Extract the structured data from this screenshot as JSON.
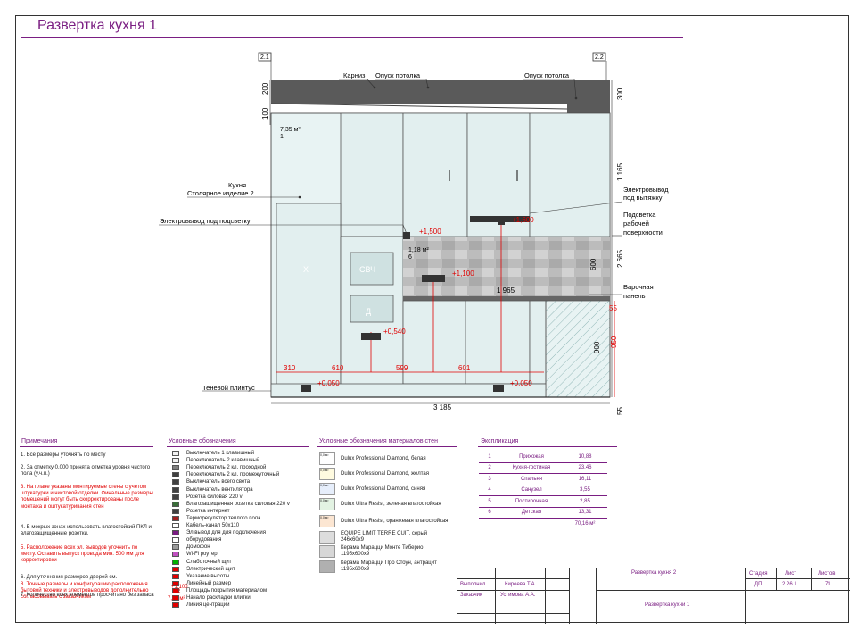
{
  "page": {
    "title": "Развертка кухня 1"
  },
  "drawing": {
    "sections": [
      "2.1",
      "2.2"
    ],
    "callouts": {
      "karniz": "Карниз",
      "ceiling_drop_left": "Опуск потолка",
      "ceiling_drop_right": "Опуск потолка",
      "kitchen": "Кухня",
      "joinery": "Столярное изделие 2",
      "light_outlet": "Электровывод под подсветку",
      "hood_outlet_l1": "Электровывод",
      "hood_outlet_l2": "под вытяжку",
      "work_light_l1": "Подсветка",
      "work_light_l2": "рабочей",
      "work_light_l3": "поверхности",
      "hob_l1": "Варочная",
      "hob_l2": "панель",
      "shadow_plinth": "Теневой плинтус"
    },
    "area_main": "7,35 м²",
    "area_main_idx": "1",
    "area_apron": "1,18 м²",
    "area_apron_idx": "6",
    "appliances": {
      "microwave": "СВЧ",
      "oven": "Д",
      "fridge": "Х"
    },
    "elevations": [
      "+1,600",
      "+1,500",
      "+1,100",
      "+0,540",
      "+0,050",
      "+0,050"
    ],
    "dims": {
      "top_200": "200",
      "top_100": "100",
      "right_300": "300",
      "right_1165": "1 165",
      "right_2665": "2 665",
      "right_600": "600",
      "right_55_top": "55",
      "right_900": "900",
      "right_950": "950",
      "right_55_bottom": "55",
      "b310": "310",
      "b610": "610",
      "b599": "599",
      "b601": "601",
      "total": "3 185",
      "counter": "1 965"
    }
  },
  "notes": {
    "title": "Примечания",
    "items": [
      {
        "text": "1. Все размеры уточнять по месту",
        "red": false
      },
      {
        "text": "2. За отметку 0.000 принята отметка уровня чистого пола  (у.ч.п.)",
        "red": false
      },
      {
        "text": "3. На плане указаны монтируемые стены с учетом штукатурки и чистовой отделки. Финальные размеры помещений могут быть скорректированы после монтажа и оштукатуривания стен",
        "red": true
      },
      {
        "text": "4. В мокрых зонах использовать влагостойкий ПКЛ и влагозащищенные розетки.",
        "red": false
      },
      {
        "text": "5. Расположение всех эл. выводов уточнить по месту. Оставить выпуск провода мин. 500 мм для корректировки",
        "red": true
      },
      {
        "text": "6. Для уточнения размеров дверей см.",
        "red": false
      },
      {
        "text": "8. Точные размеры и конфигурацию расположения бытовой техники и электровыводов дополнительно согласовывать с заказчиком",
        "red": true
      },
      {
        "text": "7. Количество всех элементов просчитано без запаса",
        "red": false
      }
    ]
  },
  "legend": {
    "title": "Условные обозначения",
    "items": [
      {
        "label": "Выключатель 1 клавишный",
        "color": "#f2f2f2"
      },
      {
        "label": "Переключатель 2 клавишный",
        "color": "#f2f2f2"
      },
      {
        "label": "Переключатель 2 кл. проходной",
        "color": "#7f7f7f"
      },
      {
        "label": "Переключатель 2 кл. промежуточный",
        "color": "#404040"
      },
      {
        "label": "Выключатель всего света",
        "color": "#404040"
      },
      {
        "label": "Выключатель вентилятора",
        "color": "#404040"
      },
      {
        "label": "Розетка силовая 220 v",
        "color": "#404040"
      },
      {
        "label": "Влагозащищенная розетка силовая 220 v",
        "color": "#3a6e3a"
      },
      {
        "label": "Розетка интернет",
        "color": "#404040"
      },
      {
        "label": "Терморегулятор теплого пола",
        "color": "#a02020"
      },
      {
        "label": "Кабель-канал 50х110",
        "color": "#ffffff"
      },
      {
        "label": "Эл вывод для для подключения",
        "color": "#7a1e82"
      },
      {
        "label": "оборудования",
        "color": "#ffffff"
      },
      {
        "label": "Домофон",
        "color": "#9a9a9a"
      },
      {
        "label": "Wi-Fi роутер",
        "color": "#c050c0"
      },
      {
        "label": "Слаботочный щит",
        "color": "#00b000"
      },
      {
        "label": "Электрический щит",
        "color": "#e00000"
      },
      {
        "label": "Указание высоты",
        "color": "#e00000"
      },
      {
        "label": "Линейный размер",
        "color": "#e00000"
      },
      {
        "label": "Площадь покрытия материалом",
        "color": "#e00000"
      },
      {
        "label": "Начало раскладки плитки",
        "color": "#e00000"
      },
      {
        "label": "Линия центрации",
        "color": "#e00000"
      }
    ],
    "sample_height": "+1,100",
    "sample_dim": "1,2",
    "sample_area": "7,80 м²"
  },
  "materials": {
    "title": "Условные обозначения материалов стен",
    "items": [
      {
        "code": "0,0 м²",
        "l1": "Dulux Professional Diamond",
        "l1b": "белая",
        "l2": "",
        "color": "#ffffff"
      },
      {
        "code": "0,0 м²",
        "l1": "Dulux Professional Diamond",
        "l1b": "желтая",
        "l2": "",
        "color": "#fffbe0"
      },
      {
        "code": "0,0 м²",
        "l1": "Dulux Professional Diamond",
        "l1b": "синяя",
        "l2": "",
        "color": "#e6eefb"
      },
      {
        "code": "0,0 м²",
        "l1": "Dulux Ultra Resist",
        "l1b": "зеленая влагостойкая",
        "l2": "",
        "color": "#e3f3e3"
      },
      {
        "code": "0,0 м²",
        "l1": "Dulux Ultra Resist",
        "l1b": "оранжевая влагостойкая",
        "l2": "",
        "color": "#fce6d2"
      },
      {
        "code": "",
        "l1": "EQUIPE LIMIT TERRE CUIT",
        "l1b": "серый",
        "l2": "246х60х9",
        "color": "#dddddd"
      },
      {
        "code": "",
        "l1": "Керама Марацци Монте Тиберио",
        "l1b": "",
        "l2": "1195х600х9",
        "color": "#d7d7d7"
      },
      {
        "code": "",
        "l1": "Керама Марацци Про Стоун",
        "l1b": "антрацит",
        "l2": "1195х600х9",
        "color": "#b0b0b0"
      }
    ]
  },
  "explication": {
    "title": "Экспликация",
    "rows": [
      {
        "n": "1",
        "name": "Прихожая",
        "area": "10,88"
      },
      {
        "n": "2",
        "name": "Кухня-гостиная",
        "area": "23,46"
      },
      {
        "n": "3",
        "name": "Спальня",
        "area": "16,11"
      },
      {
        "n": "4",
        "name": "Санузел",
        "area": "3,55"
      },
      {
        "n": "5",
        "name": "Постирочная",
        "area": "2,85"
      },
      {
        "n": "6",
        "name": "Детская",
        "area": "13,31"
      }
    ],
    "total": "70,16 м²"
  },
  "stamp": {
    "performed_label": "Выполнил",
    "performed_name": "Киреева Т.А.",
    "customer_label": "Заказчик",
    "customer_name": "Устимова А.А.",
    "sheet_title": "Развертка кухня 2",
    "drawing_title": "Развертка кухни 1",
    "stage_label": "Стадия",
    "sheet_label": "Лист",
    "sheets_label": "Листов",
    "stage": "ДП",
    "sheet": "2.26.1",
    "sheets": "71"
  }
}
